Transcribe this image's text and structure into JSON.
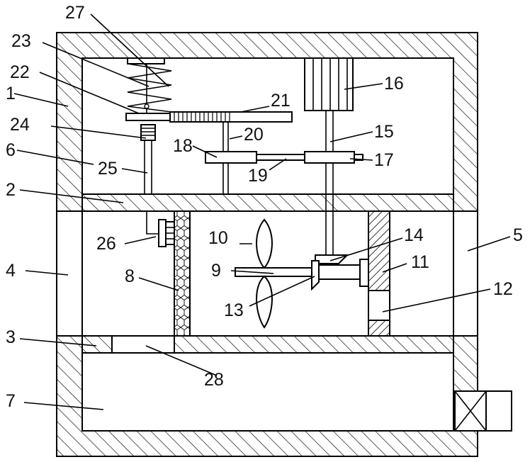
{
  "diagram": {
    "labels": {
      "l1": "1",
      "l2": "2",
      "l3": "3",
      "l4": "4",
      "l5": "5",
      "l6": "6",
      "l7": "7",
      "l8": "8",
      "l9": "9",
      "l10": "10",
      "l11": "11",
      "l12": "12",
      "l13": "13",
      "l14": "14",
      "l15": "15",
      "l16": "16",
      "l17": "17",
      "l18": "18",
      "l19": "19",
      "l20": "20",
      "l21": "21",
      "l22": "22",
      "l23": "23",
      "l24": "24",
      "l25": "25",
      "l26": "26",
      "l27": "27",
      "l28": "28"
    }
  }
}
